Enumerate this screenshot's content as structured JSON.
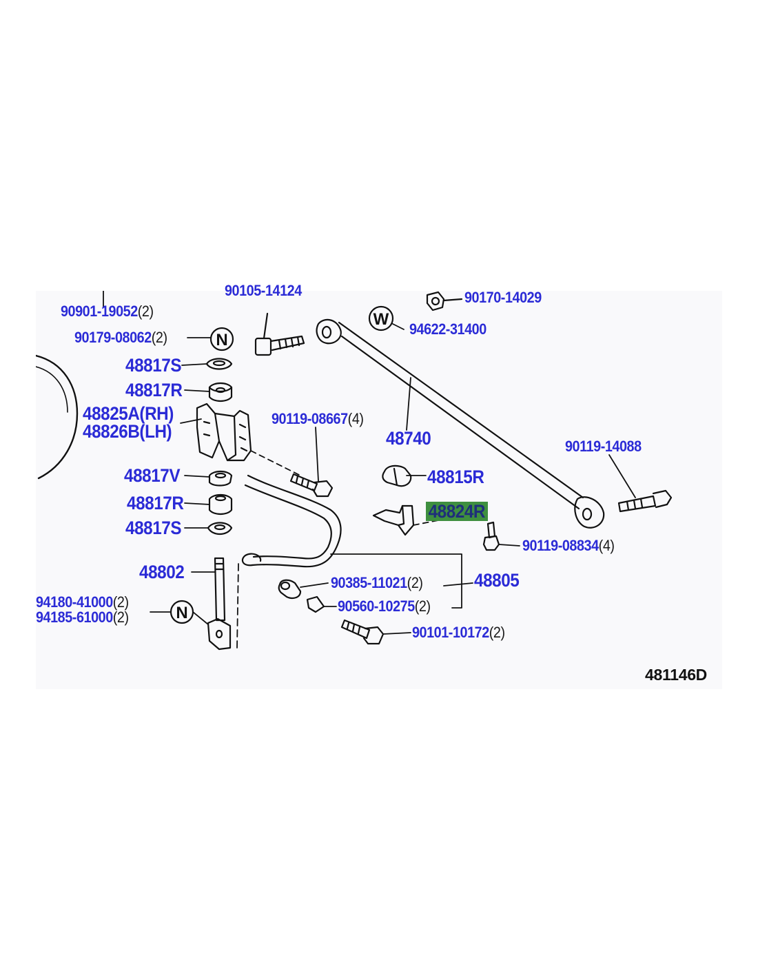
{
  "diagram": {
    "code": "481146D",
    "highlighted_part": "48824R",
    "colors": {
      "callout_text": "#2b2bd6",
      "highlight": "#3f8f3f",
      "line_art": "#111111"
    },
    "callouts": [
      {
        "id": "90901-19052",
        "label": "90901-19052",
        "qty": "(2)"
      },
      {
        "id": "90179-08062",
        "label": "90179-08062",
        "qty": "(2)"
      },
      {
        "id": "48817S-top",
        "label": "48817S",
        "qty": ""
      },
      {
        "id": "48817R-top",
        "label": "48817R",
        "qty": ""
      },
      {
        "id": "48825A",
        "label": "48825A(RH)",
        "qty": ""
      },
      {
        "id": "48826B",
        "label": "48826B(LH)",
        "qty": ""
      },
      {
        "id": "48817V",
        "label": "48817V",
        "qty": ""
      },
      {
        "id": "48817R-bottom",
        "label": "48817R",
        "qty": ""
      },
      {
        "id": "48817S-bottom",
        "label": "48817S",
        "qty": ""
      },
      {
        "id": "48802",
        "label": "48802",
        "qty": ""
      },
      {
        "id": "94180-41000",
        "label": "94180-41000",
        "qty": "(2)"
      },
      {
        "id": "94185-61000",
        "label": "94185-61000",
        "qty": "(2)"
      },
      {
        "id": "90105-14124",
        "label": "90105-14124",
        "qty": ""
      },
      {
        "id": "90170-14029",
        "label": "90170-14029",
        "qty": ""
      },
      {
        "id": "94622-31400",
        "label": "94622-31400",
        "qty": ""
      },
      {
        "id": "90119-08667",
        "label": "90119-08667",
        "qty": "(4)"
      },
      {
        "id": "48740",
        "label": "48740",
        "qty": ""
      },
      {
        "id": "90119-14088",
        "label": "90119-14088",
        "qty": ""
      },
      {
        "id": "48815R",
        "label": "48815R",
        "qty": ""
      },
      {
        "id": "48824R",
        "label": "48824R",
        "qty": ""
      },
      {
        "id": "90119-08834",
        "label": "90119-08834",
        "qty": "(4)"
      },
      {
        "id": "90385-11021",
        "label": "90385-11021",
        "qty": "(2)"
      },
      {
        "id": "48805",
        "label": "48805",
        "qty": ""
      },
      {
        "id": "90560-10275",
        "label": "90560-10275",
        "qty": "(2)"
      },
      {
        "id": "90101-10172",
        "label": "90101-10172",
        "qty": "(2)"
      }
    ],
    "symbols": {
      "n_marker": "N",
      "w_marker": "W"
    }
  }
}
